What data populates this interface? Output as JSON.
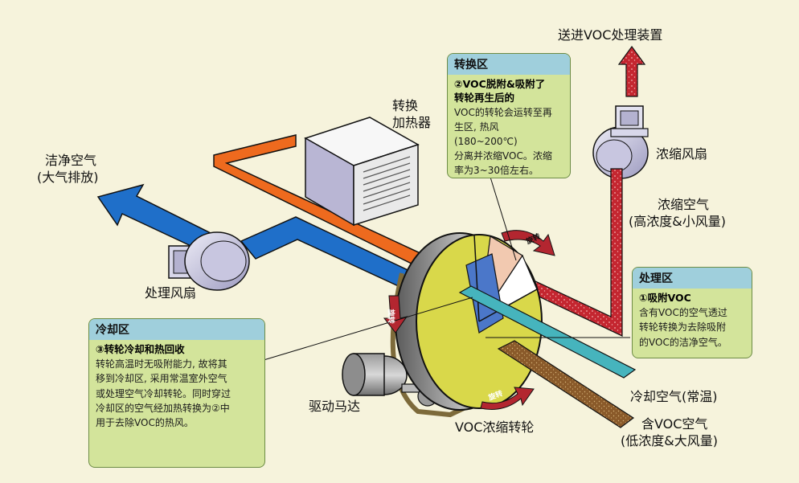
{
  "labels": {
    "top_dest": "送进VOC处理装置",
    "heater_l1": "转换",
    "heater_l2": "加热器",
    "clean_air_l1": "洁净空气",
    "clean_air_l2": "(大气排放)",
    "process_fan": "处理风扇",
    "conc_fan": "浓缩风扇",
    "conc_air_l1": "浓缩空气",
    "conc_air_l2": "(高浓度&小风量)",
    "drive_motor": "驱动马达",
    "rotor": "VOC浓缩转轮",
    "cool_air": "冷却空气(常温)",
    "voc_air_l1": "含VOC空气",
    "voc_air_l2": "(低浓度&大风量)",
    "rotate": "旋转"
  },
  "boxes": {
    "convert": {
      "title": "转换区",
      "sub1": "②VOC脱附&吸附了",
      "sub2": "转轮再生后的",
      "lines": [
        "VOC的转轮会运转至再",
        "生区, 热风 (180~200℃)",
        "分离并浓缩VOC。浓缩",
        "率为3~30倍左右。"
      ]
    },
    "process": {
      "title": "处理区",
      "sub1": "①吸附VOC",
      "lines": [
        "含有VOC的空气透过",
        "转轮转换为去除吸附",
        "的VOC的洁净空气。"
      ]
    },
    "cooling": {
      "title": "冷却区",
      "sub1": "③转轮冷却和热回收",
      "lines": [
        "转轮高温时无吸附能力, 故将其",
        "移到冷却区, 采用常温室外空气",
        "或处理空气冷却转轮。同时穿过",
        "冷却区的空气经加热转换为②中",
        "用于去除VOC的热风。"
      ]
    }
  },
  "colors": {
    "background": "#f6f3dc",
    "clean_air_blue": "#1f6fc9",
    "heat_orange": "#ee6a1e",
    "concentrated_red": "#c42630",
    "cooling_cyan": "#46b4bd",
    "voc_brown": "#8a5a2a",
    "rotor_yellow": "#d9d84a",
    "box_green": "#d3e49b",
    "box_header": "#9fcfdc"
  }
}
